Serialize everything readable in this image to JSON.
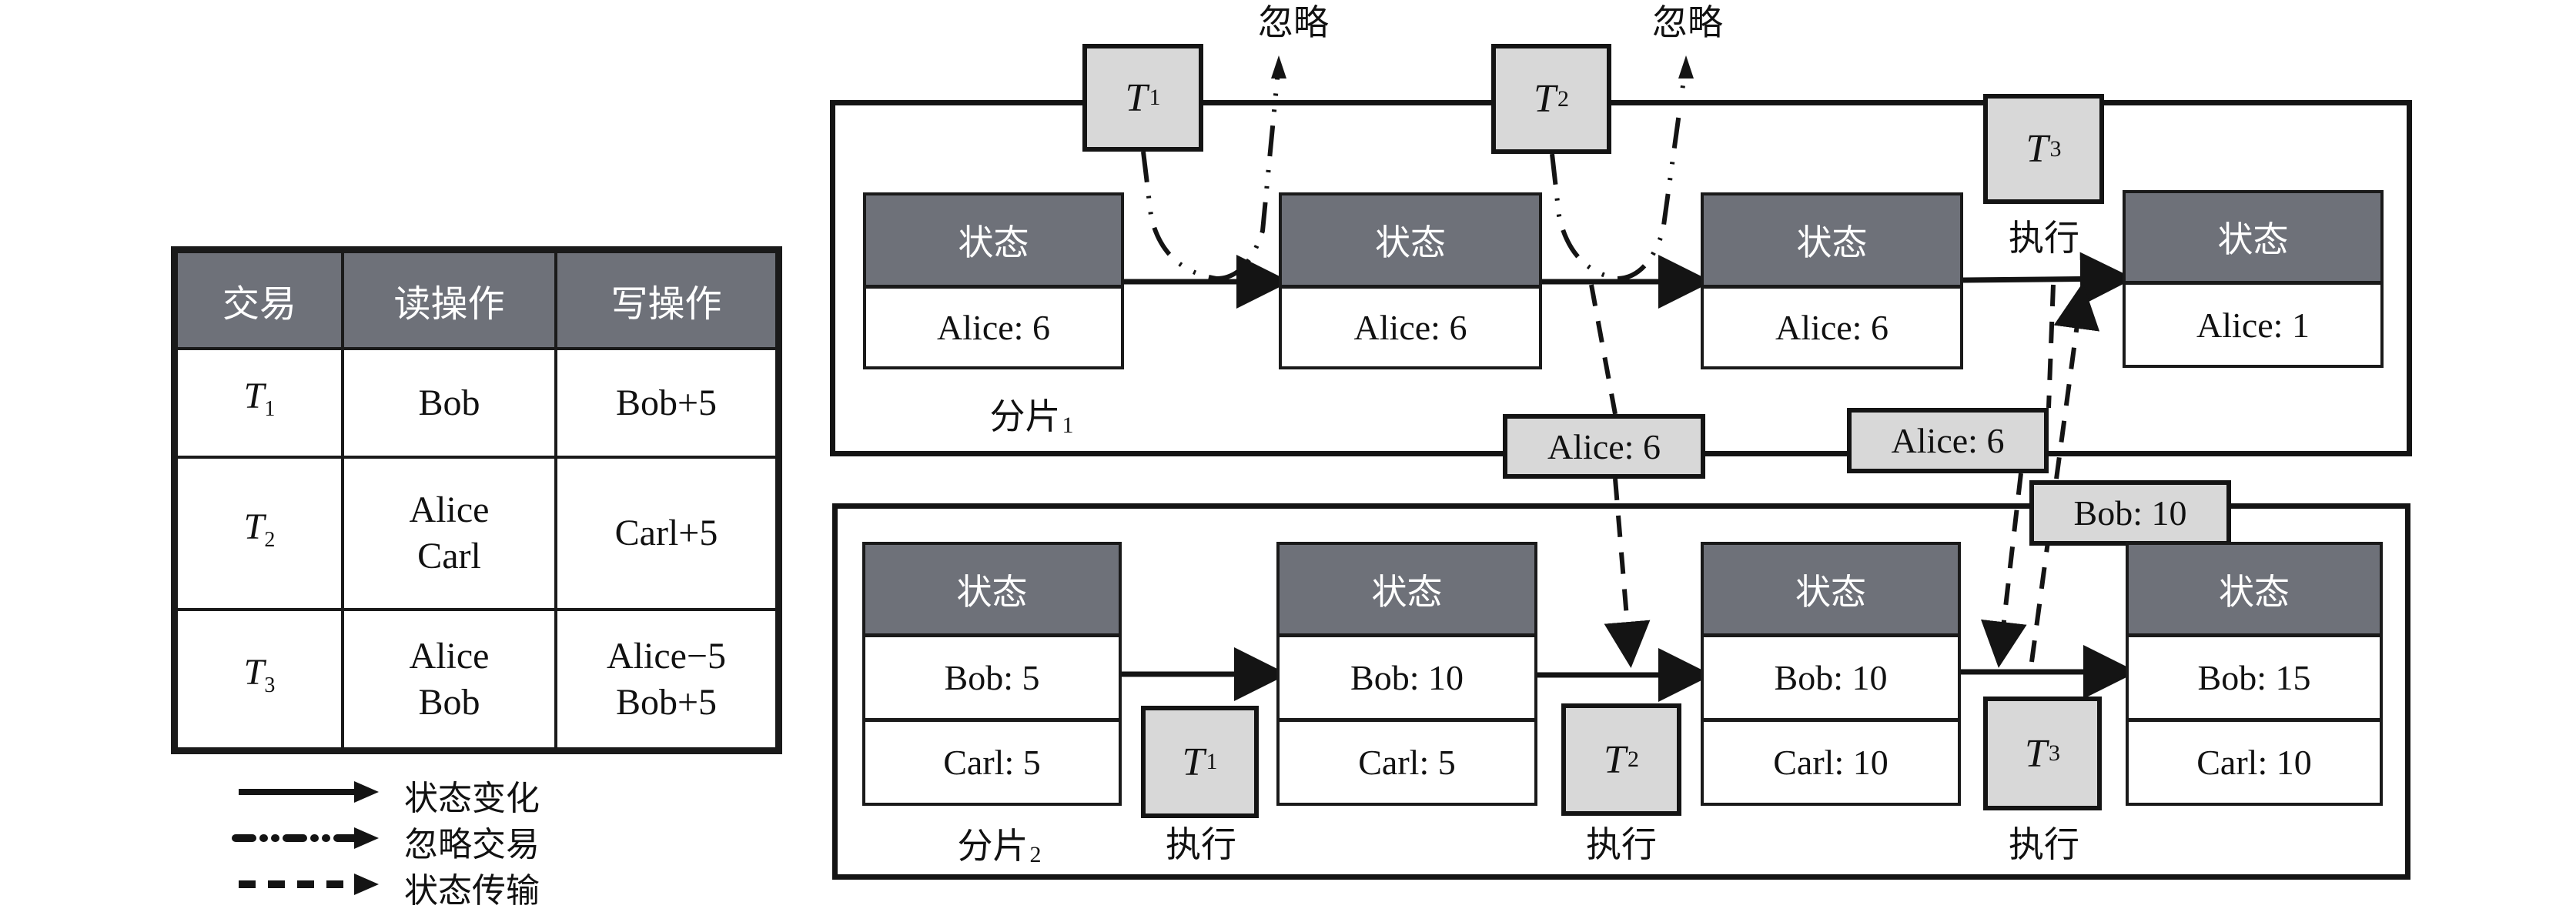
{
  "table": {
    "headers": [
      "交易",
      "读操作",
      "写操作"
    ],
    "rows": [
      {
        "tx": "T",
        "tx_sub": "1",
        "read": [
          "Bob"
        ],
        "write": [
          "Bob+5"
        ]
      },
      {
        "tx": "T",
        "tx_sub": "2",
        "read": [
          "Alice",
          "Carl"
        ],
        "write": [
          "Carl+5"
        ]
      },
      {
        "tx": "T",
        "tx_sub": "3",
        "read": [
          "Alice",
          "Bob"
        ],
        "write": [
          "Alice−5",
          "Bob+5"
        ]
      }
    ]
  },
  "legend": [
    {
      "style": "solid",
      "label": "状态变化"
    },
    {
      "style": "dash-dot-dot",
      "label": "忽略交易"
    },
    {
      "style": "dashed",
      "label": "状态传输"
    }
  ],
  "shard1": {
    "label": "分片",
    "label_sub": "1",
    "states": [
      {
        "header": "状态",
        "values": [
          "Alice: 6"
        ]
      },
      {
        "header": "状态",
        "values": [
          "Alice: 6"
        ]
      },
      {
        "header": "状态",
        "values": [
          "Alice: 6"
        ]
      },
      {
        "header": "状态",
        "values": [
          "Alice: 1"
        ]
      }
    ],
    "transactions": [
      {
        "name": "T",
        "sub": "1",
        "action": "忽略"
      },
      {
        "name": "T",
        "sub": "2",
        "action": "忽略"
      },
      {
        "name": "T",
        "sub": "3",
        "action": "执行"
      }
    ]
  },
  "shard2": {
    "label": "分片",
    "label_sub": "2",
    "states": [
      {
        "header": "状态",
        "values": [
          "Bob: 5",
          "Carl: 5"
        ]
      },
      {
        "header": "状态",
        "values": [
          "Bob: 10",
          "Carl: 5"
        ]
      },
      {
        "header": "状态",
        "values": [
          "Bob: 10",
          "Carl: 10"
        ]
      },
      {
        "header": "状态",
        "values": [
          "Bob: 15",
          "Carl: 10"
        ]
      }
    ],
    "transactions": [
      {
        "name": "T",
        "sub": "1",
        "action": "执行"
      },
      {
        "name": "T",
        "sub": "2",
        "action": "执行"
      },
      {
        "name": "T",
        "sub": "3",
        "action": "执行"
      }
    ]
  },
  "transfers": [
    {
      "value": "Alice: 6",
      "from": "shard1",
      "to": "shard2",
      "for": "T2"
    },
    {
      "value": "Alice: 6",
      "from": "shard1",
      "to": "shard2",
      "for": "T3"
    },
    {
      "value": "Bob: 10",
      "from": "shard2",
      "to": "shard1",
      "for": "T3"
    }
  ],
  "colors": {
    "header_fill": "#6e7179",
    "tx_box_fill": "#d8d8d8",
    "line": "#141414"
  }
}
